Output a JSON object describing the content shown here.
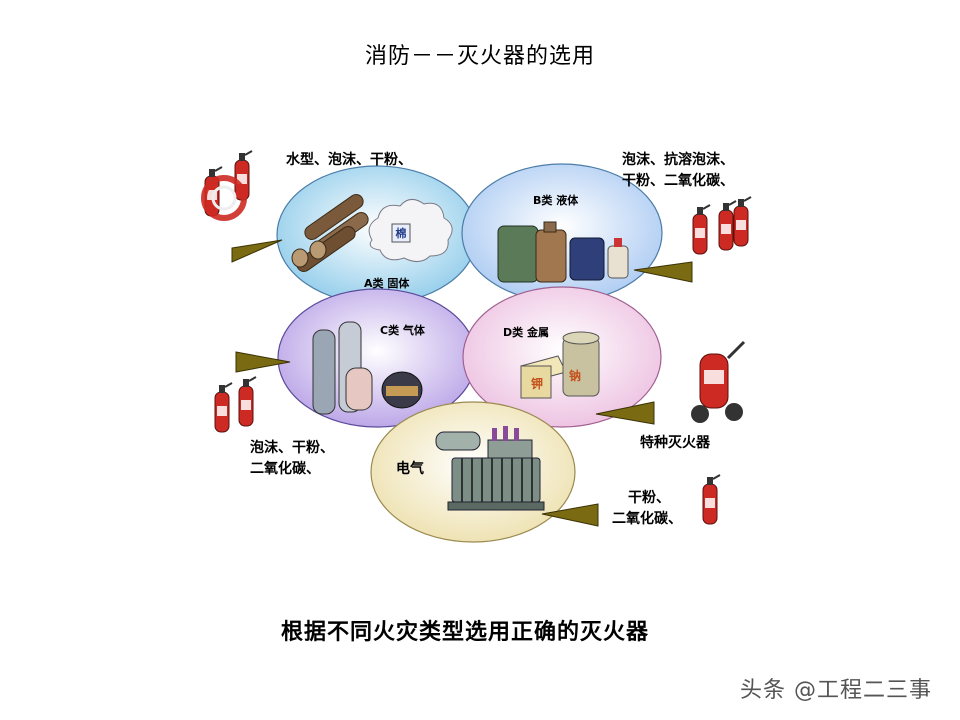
{
  "title": "消防－－灭火器的选用",
  "caption": "根据不同火灾类型选用正确的灭火器",
  "watermark": "头条 @工程二三事",
  "classes": {
    "a": {
      "category": "A类  固体",
      "agents_line1": "水型、泡沫、干粉、",
      "item_label": "棉"
    },
    "b": {
      "category": "B类  液体",
      "agents_line1": "泡沫、抗溶泡沫、",
      "agents_line2": "干粉、二氧化碳、"
    },
    "c": {
      "category": "C类  气体",
      "agents_line1": "泡沫、干粉、",
      "agents_line2": "二氧化碳、"
    },
    "d": {
      "category": "D类 金属",
      "agents_line1": "特种灭火器",
      "metal_1": "钾",
      "metal_2": "钠"
    },
    "e": {
      "category": "电气",
      "agents_line1": "干粉、",
      "agents_line2": "二氧化碳、"
    }
  },
  "colors": {
    "ellipse_a": "#9fd3ee",
    "ellipse_b": "#b9d6f5",
    "ellipse_c": "#c7b3ec",
    "ellipse_d": "#f1cfe6",
    "ellipse_e": "#f1e8c2",
    "arrow": "#7a6a12",
    "extinguisher": "#cc2a22"
  }
}
